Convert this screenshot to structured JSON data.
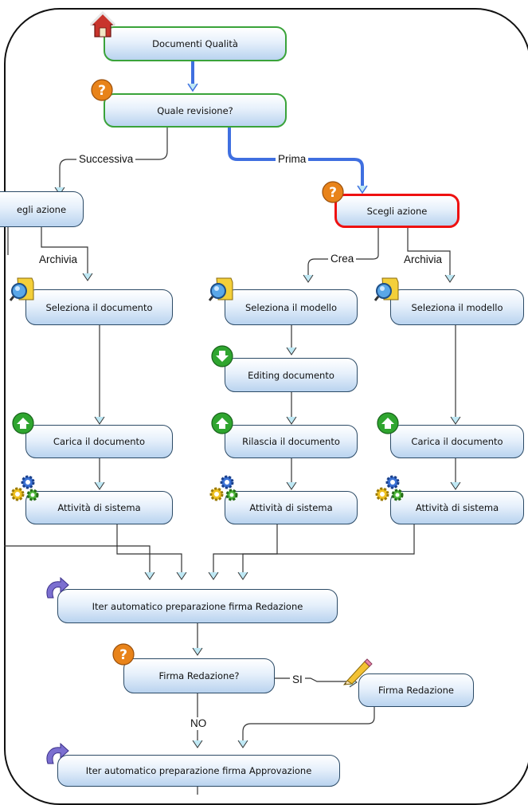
{
  "nodes": {
    "documenti_qualita": "Documenti Qualità",
    "quale_revisione": "Quale revisione?",
    "scegli_azione_left": "egli azione",
    "scegli_azione_right": "Scegli azione",
    "seleziona_documento": "Seleziona il documento",
    "seleziona_modello_crea": "Seleziona il modello",
    "seleziona_modello_archivia": "Seleziona il modello",
    "editing_documento": "Editing documento",
    "carica_documento_left": "Carica il documento",
    "rilascia_documento": "Rilascia il documento",
    "carica_documento_right": "Carica il documento",
    "attivita_left": "Attività di sistema",
    "attivita_mid": "Attività di sistema",
    "attivita_right": "Attività di sistema",
    "iter_redazione": "Iter automatico preparazione firma Redazione",
    "firma_redazione_q": "Firma Redazione?",
    "firma_redazione": "Firma Redazione",
    "iter_approvazione": "Iter automatico preparazione firma Approvazione"
  },
  "edge_labels": {
    "successiva": "Successiva",
    "prima": "Prima",
    "archivia_left": "Archivia",
    "crea": "Crea",
    "archivia_right": "Archivia",
    "si": "SI",
    "no": "NO"
  },
  "icons": {
    "home": "home-icon",
    "question": "question-icon",
    "search": "search-document-icon",
    "down": "green-down-arrow-icon",
    "up": "green-up-arrow-icon",
    "gears": "gears-icon",
    "loop": "loop-arrow-icon",
    "pencil": "pencil-icon"
  },
  "colors": {
    "active_path": "#3f6fe0",
    "start_border": "#3aa33a",
    "selected_border": "#ee1111",
    "question_icon": "#e8831a",
    "action_icon": "#2fa52f"
  }
}
